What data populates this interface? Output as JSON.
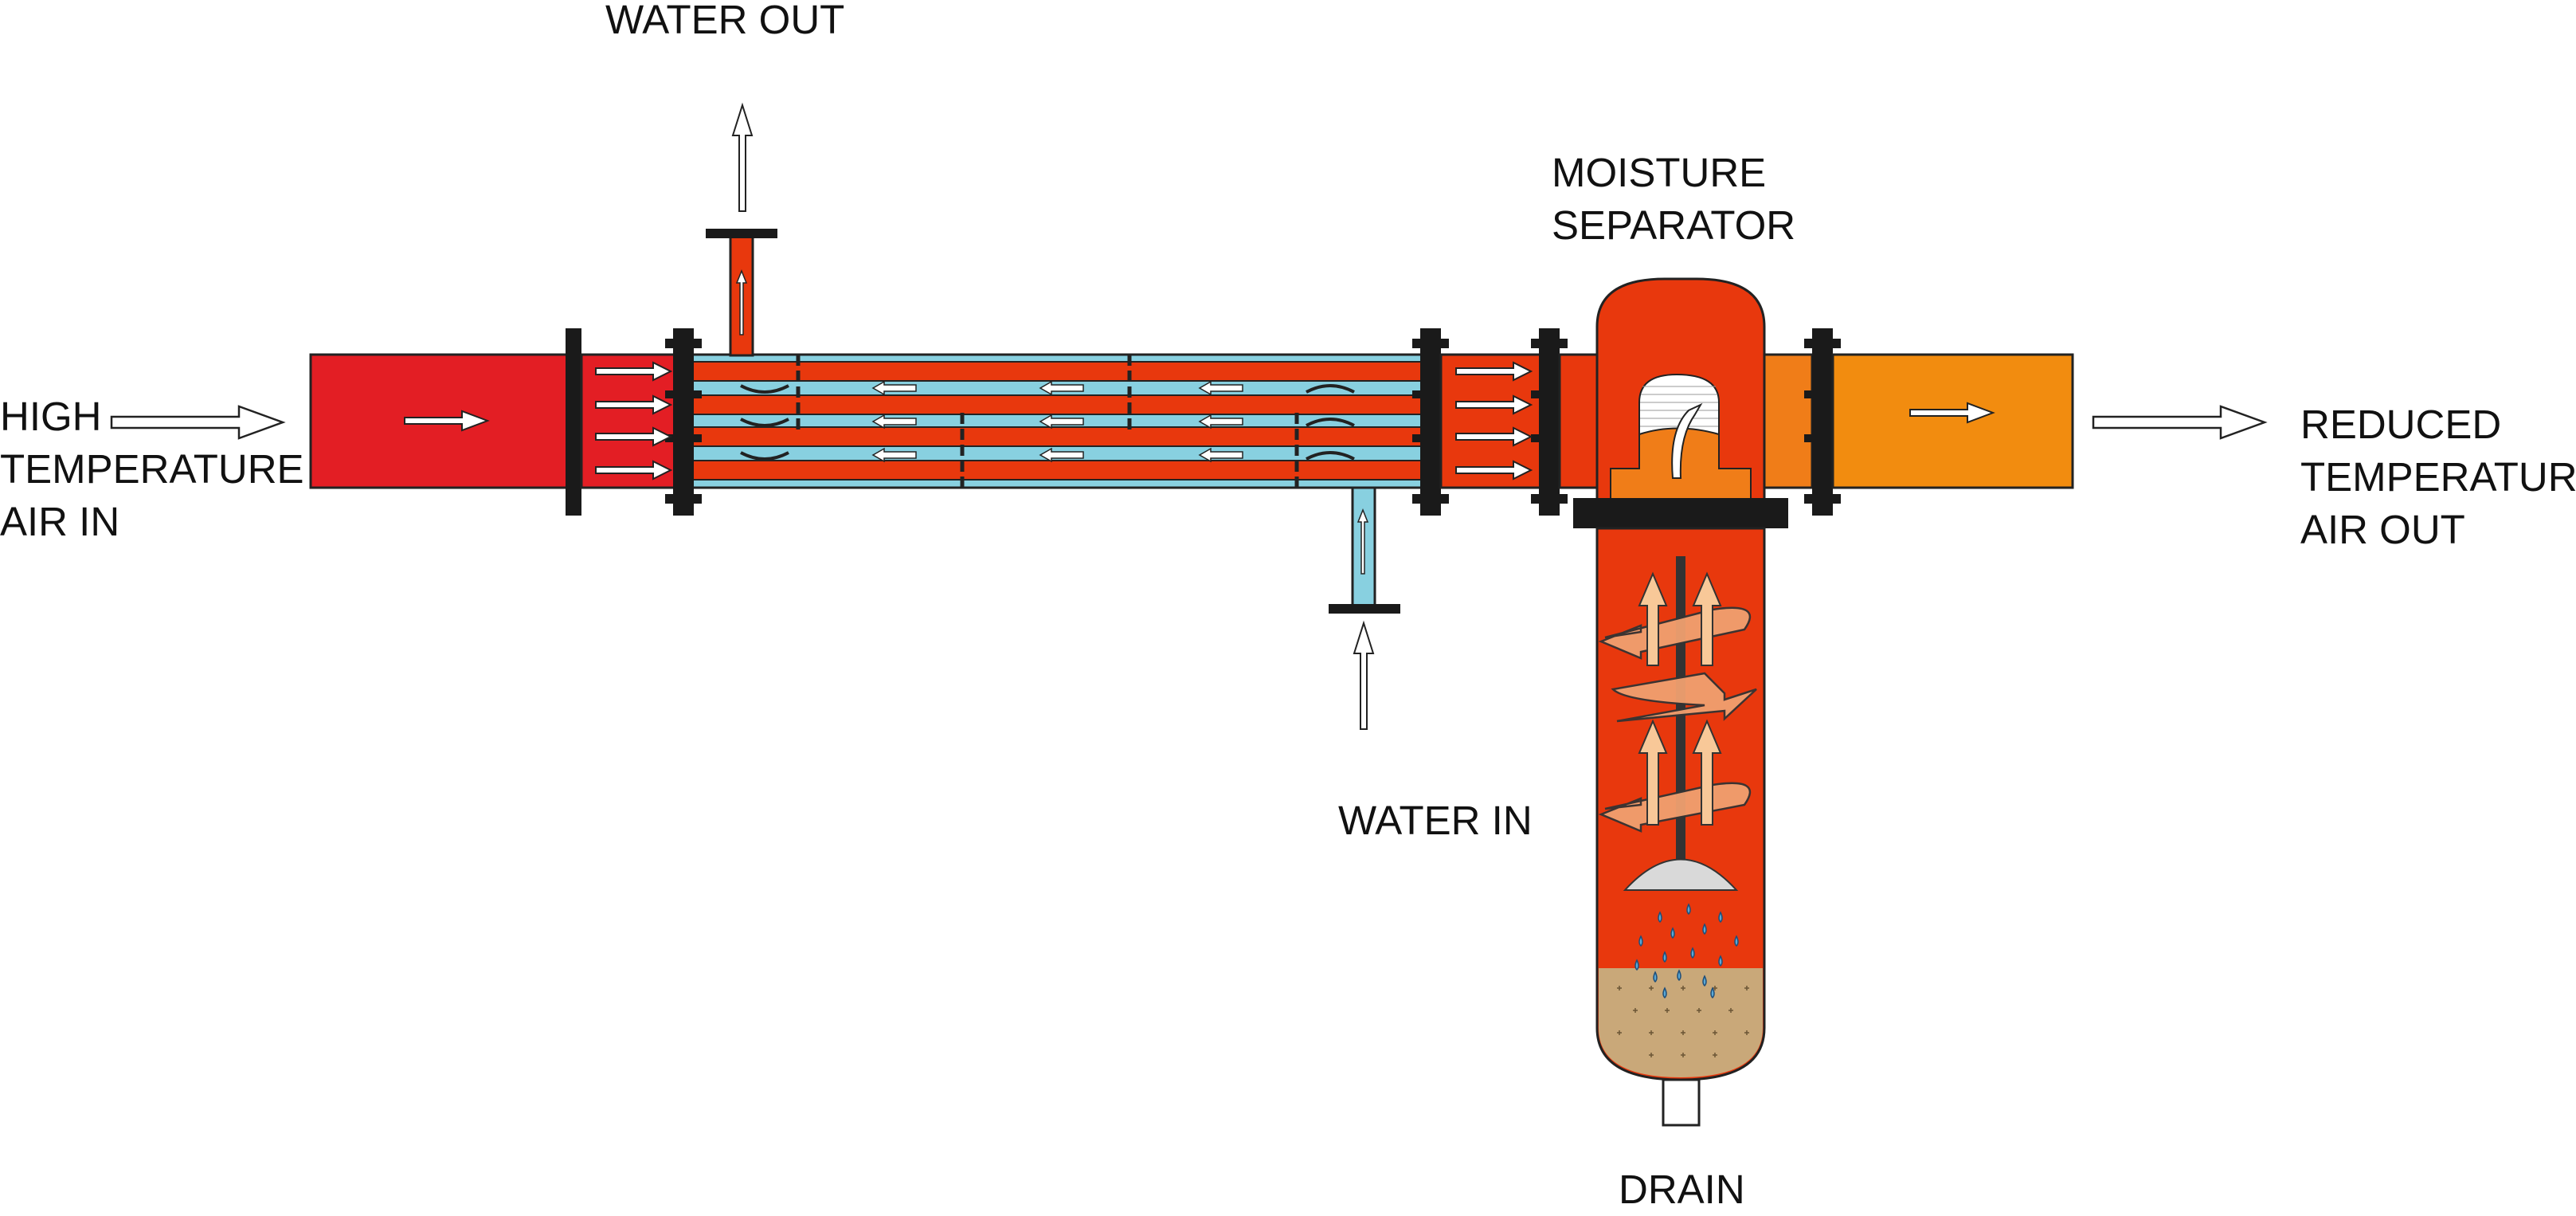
{
  "labels": {
    "water_out": "WATER OUT",
    "moisture_separator": "MOISTURE\nSEPARATOR",
    "air_in": "HIGH\nTEMPERATURE\nAIR IN",
    "air_out": "REDUCED\nTEMPERATURE\nAIR OUT",
    "water_in": "WATER IN",
    "drain": "DRAIN"
  },
  "colors": {
    "hot_air": "#e31e24",
    "tube_red": "#e8380d",
    "water": "#88d0e0",
    "cooled_air": "#f28c0f",
    "separator_body": "#e8380d",
    "separator_bowl": "#f07d18",
    "sediment": "#c9a879",
    "flange": "#1a1a1a"
  }
}
